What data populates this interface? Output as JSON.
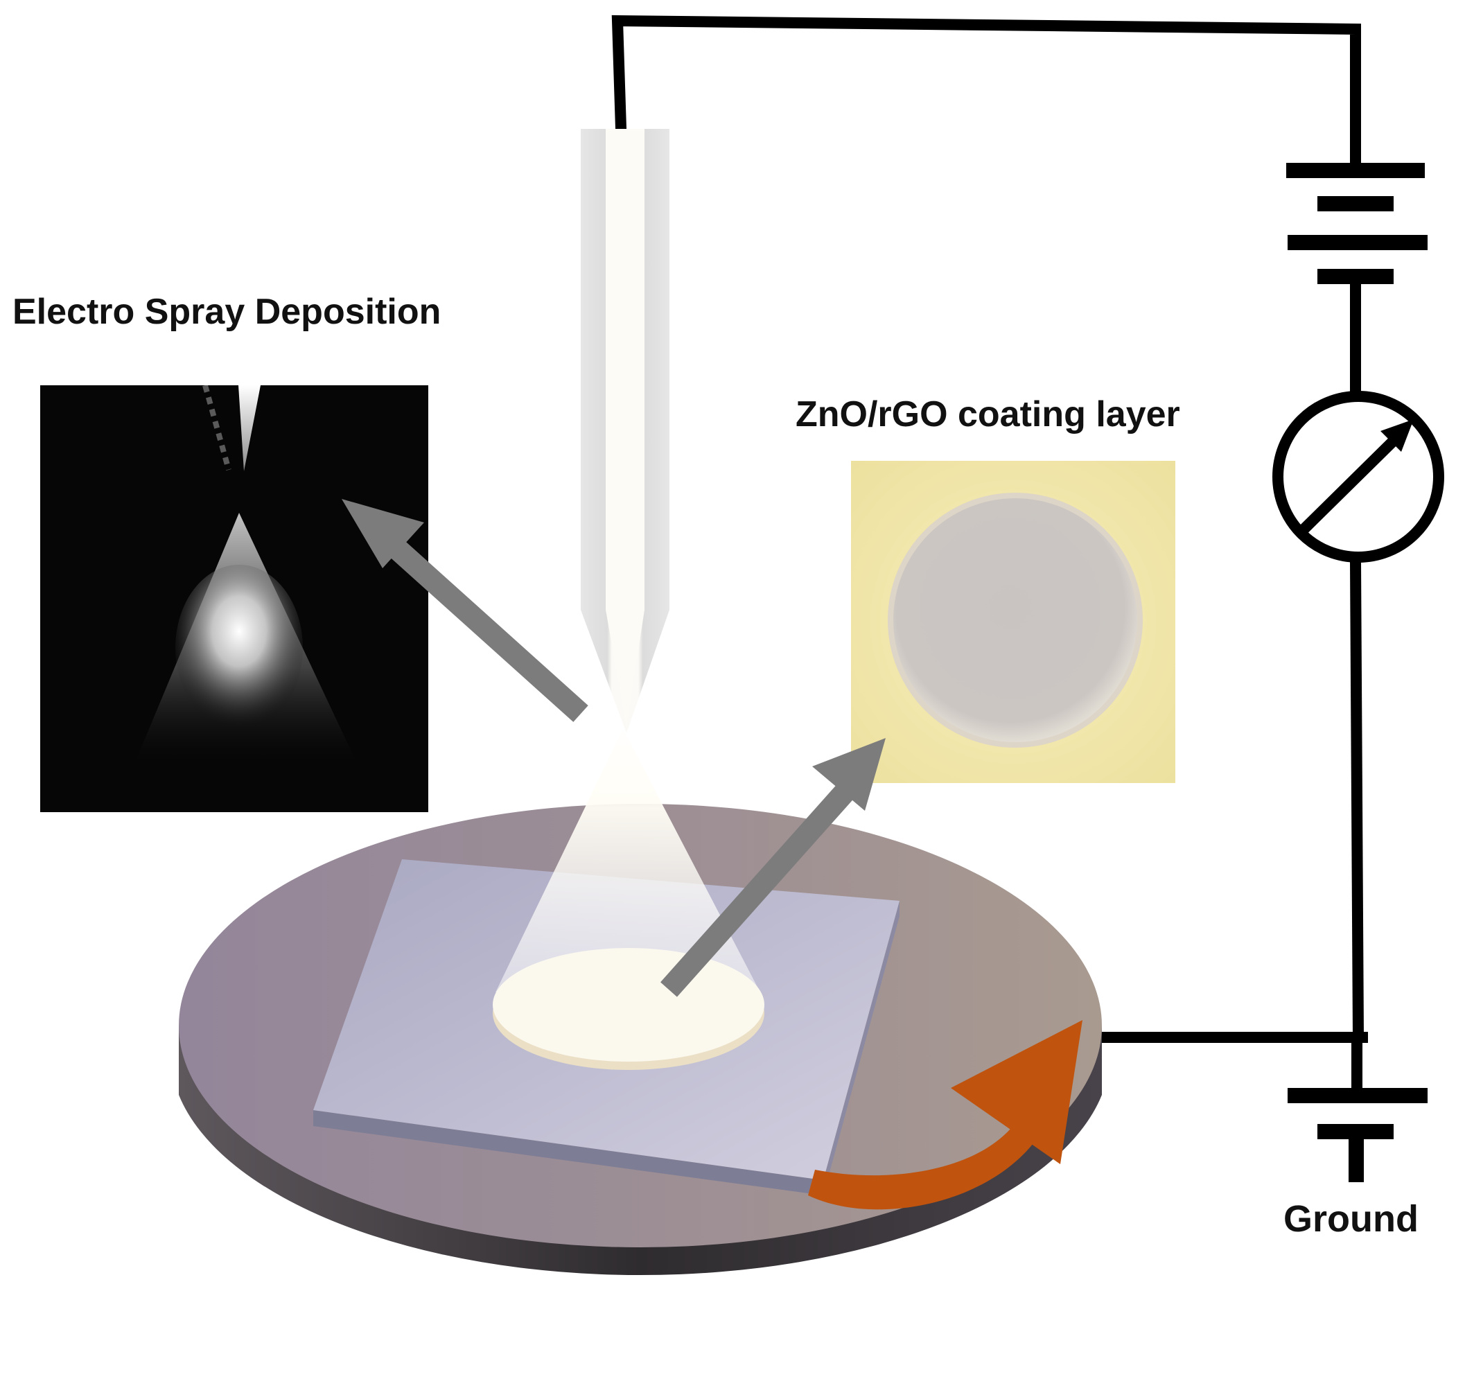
{
  "labels": {
    "esd": "Electro Spray Deposition",
    "coating": "ZnO/rGO coating layer",
    "ground": "Ground"
  },
  "colors": {
    "wire": "#000000",
    "arrow": "#7c7c7c",
    "rotation_arrow": "#c0540f",
    "stage_top": "#9a8c92",
    "stage_side": "#3e3a3d",
    "substrate": "#b7b6cf",
    "coating_panel": "#f1e6ad",
    "coating_disc": "#c8c2bf",
    "esd_photo_bg": "#060606"
  },
  "icons": {
    "power_supply": "battery-icon",
    "meter": "variable-meter-icon",
    "ground": "ground-icon",
    "rotation": "rotation-arrow-icon"
  }
}
